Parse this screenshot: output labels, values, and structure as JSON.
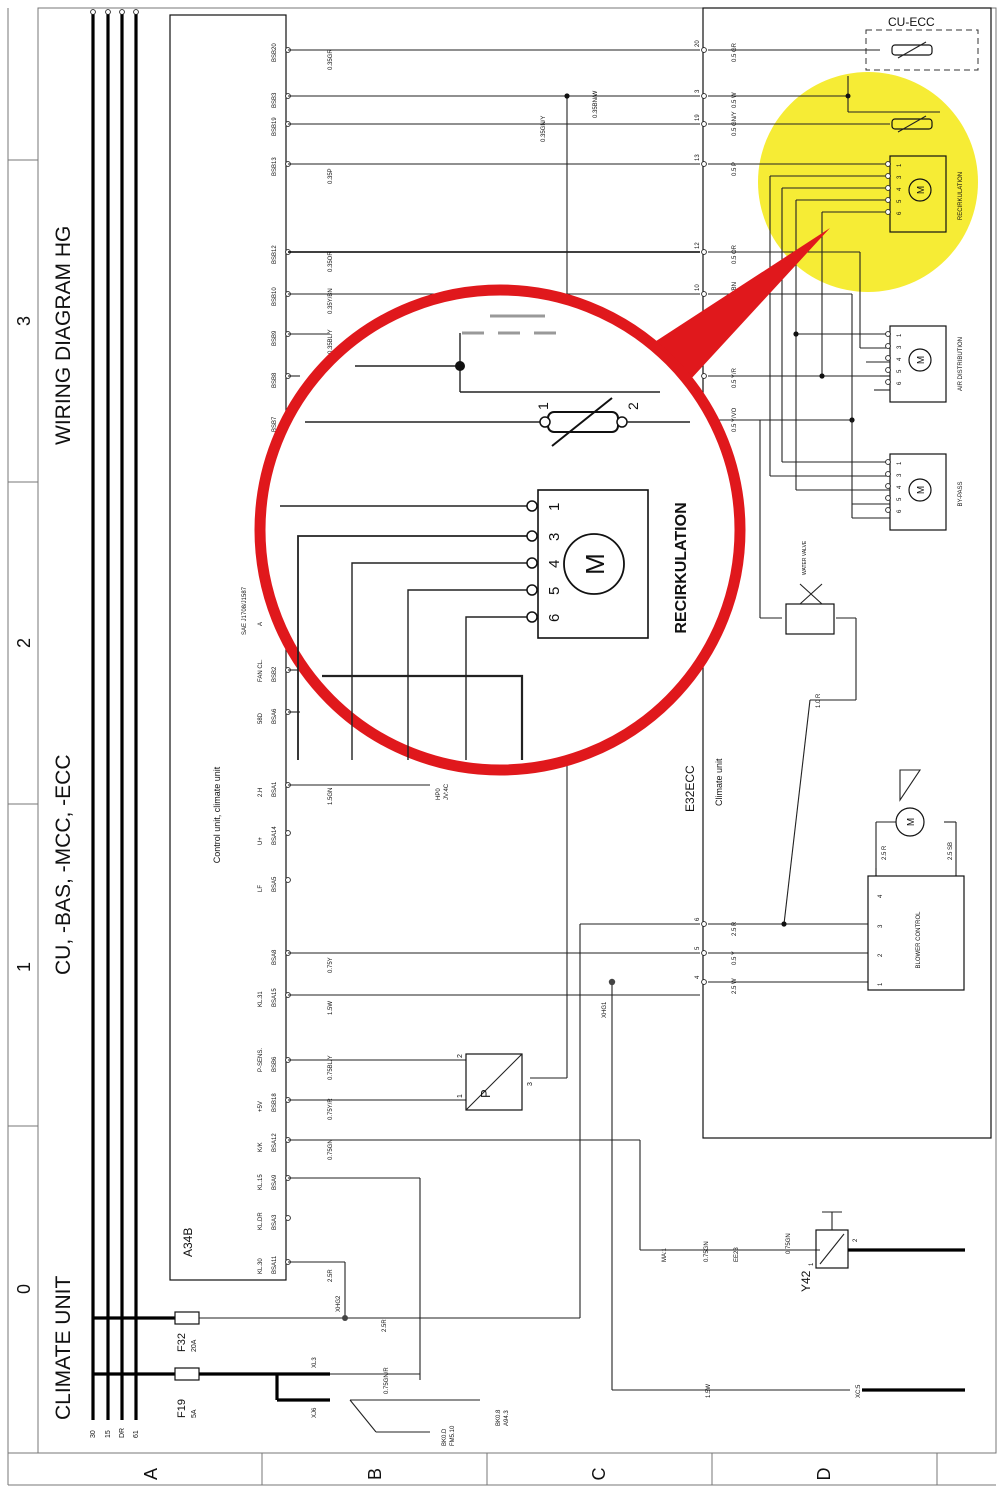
{
  "frame": {
    "row_labels": [
      "A",
      "B",
      "C",
      "D"
    ],
    "col_labels": [
      "0",
      "1",
      "2",
      "3"
    ],
    "titles": [
      "CLIMATE UNIT",
      "CU, -BAS, -MCC, -ECC",
      "WIRING DIAGRAM HG"
    ]
  },
  "supply": {
    "rails": [
      "30",
      "15",
      "DR",
      "61"
    ],
    "fuses": [
      {
        "name": "F32",
        "rating": "20A"
      },
      {
        "name": "F19",
        "rating": "5A"
      }
    ]
  },
  "control_unit": {
    "id": "A34B",
    "description": "Control unit, climate unit",
    "sae_label": "SAE J1708/J1587",
    "pins": [
      {
        "func": "",
        "pin": "BSB20",
        "wire": "0.35GR"
      },
      {
        "func": "",
        "pin": "BSB3",
        "wire": ""
      },
      {
        "func": "",
        "pin": "BSB19",
        "wire": ""
      },
      {
        "func": "",
        "pin": "BSB13",
        "wire": "0.35P"
      },
      {
        "func": "",
        "pin": "BSB12",
        "wire": "0.35OR"
      },
      {
        "func": "",
        "pin": "BSB10",
        "wire": "0.35Y/BN"
      },
      {
        "func": "",
        "pin": "BSB9",
        "wire": "0.35BL/Y"
      },
      {
        "func": "",
        "pin": "BSB8",
        "wire": ""
      },
      {
        "func": "",
        "pin": "BSB7",
        "wire": ""
      },
      {
        "func": "A",
        "pin": "",
        "wire": ""
      },
      {
        "func": "FAN CL.",
        "pin": "BSB2",
        "wire": ""
      },
      {
        "func": "58D",
        "pin": "BSA6",
        "wire": ""
      },
      {
        "func": "2.H",
        "pin": "BSA1",
        "wire": "1.5GN"
      },
      {
        "func": "U+",
        "pin": "BSA14",
        "wire": ""
      },
      {
        "func": "LF",
        "pin": "BSA5",
        "wire": ""
      },
      {
        "func": "",
        "pin": "BSA8",
        "wire": "0.75Y"
      },
      {
        "func": "KL.31",
        "pin": "BSA15",
        "wire": "1.5W"
      },
      {
        "func": "P-SENS.",
        "pin": "BSB6",
        "wire": "0.75BL/Y"
      },
      {
        "func": "+5V",
        "pin": "BSB18",
        "wire": "0.75Y/R"
      },
      {
        "func": "K/K",
        "pin": "BSA12",
        "wire": "0.75GN"
      },
      {
        "func": "KL.15",
        "pin": "BSA9",
        "wire": ""
      },
      {
        "func": "KL.DR",
        "pin": "BSA3",
        "wire": ""
      },
      {
        "func": "KL.30",
        "pin": "BSA11",
        "wire": "2.5R"
      }
    ],
    "extra_wires": [
      "0.35GN/Y",
      "0.35BN/W"
    ]
  },
  "climate_unit": {
    "id": "E32ECC",
    "description": "Climate unit",
    "cu_ecc_label": "CU-ECC",
    "connector_pins": [
      {
        "num": "20",
        "wire": "0.5 GR"
      },
      {
        "num": "3",
        "wire": "0.5 W"
      },
      {
        "num": "19",
        "wire": "0.5 GN/Y"
      },
      {
        "num": "13",
        "wire": "0.5 P"
      },
      {
        "num": "12",
        "wire": "0.5 OR"
      },
      {
        "num": "10",
        "wire": "0.5 Y/BN"
      },
      {
        "num": "",
        "wire": "0.5 Y/R"
      },
      {
        "num": "",
        "wire": "0.5 Y/VO"
      },
      {
        "num": "6",
        "wire": "2.5 R"
      },
      {
        "num": "5",
        "wire": "0.5 Y"
      },
      {
        "num": "4",
        "wire": "2.5 W"
      }
    ],
    "motors": [
      "RECIRKULATION",
      "AIR DISTRIBUTION",
      "BY-PASS"
    ],
    "motor_symbol": "M",
    "motor_pins": [
      "1",
      "3",
      "4",
      "5",
      "6"
    ],
    "water_valve": "WATER VALVE",
    "valve_wire": "1.0 R",
    "blower_control": "BLOWER CONTROL",
    "blower_pins": [
      "4",
      "3",
      "2",
      "1"
    ],
    "blower_wires": [
      "2.5 R",
      "2.5 SB"
    ]
  },
  "pressure_sensor": {
    "label": "P",
    "pins": [
      "2",
      "1",
      "3"
    ]
  },
  "lower_connectors": [
    "XHG1",
    "XHG2",
    "XL3",
    "XJ6",
    "MA:1",
    "EE23",
    "XC:5"
  ],
  "lower_wires": [
    "0.75GN",
    "0.75GN/R",
    "2.5R",
    "1.5W"
  ],
  "lower_targets": [
    "HP0",
    "JV:4C",
    "BK0.8",
    "A94.3",
    "BK0.D",
    "FM5.10"
  ],
  "relay": {
    "id": "Y42",
    "wire": "0.75GN",
    "pins": [
      "1",
      "2"
    ]
  },
  "callout": {
    "label": "RECIRKULATION",
    "pins": [
      "1",
      "3",
      "4",
      "5",
      "6"
    ],
    "symbol": "M",
    "sensor_pins": [
      "1",
      "2"
    ]
  },
  "colors": {
    "highlight": "#f5ea1f",
    "callout": "#e0181c",
    "line": "#222222"
  }
}
